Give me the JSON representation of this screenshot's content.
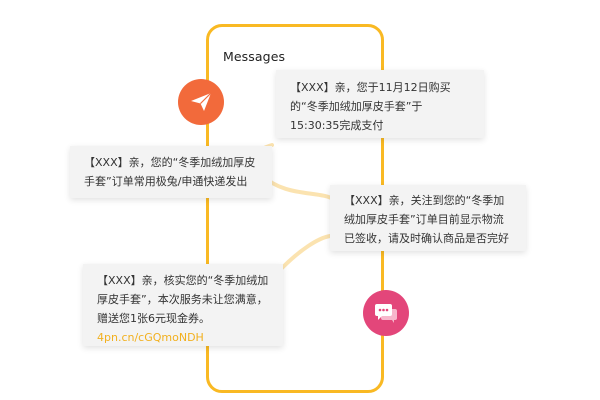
{
  "phone": {
    "title": "Messages",
    "frame_color": "#F9B923"
  },
  "messages": [
    {
      "id": "payment",
      "text": "【XXX】亲，您于11月12日购买的“冬季加绒加厚皮手套”于15:30:35完成支付"
    },
    {
      "id": "shipping",
      "text": "【XXX】亲，您的“冬季加绒加厚皮手套”订单常用极兔/申通快递发出"
    },
    {
      "id": "logistics",
      "text": "【XXX】亲，关注到您的“冬季加绒加厚皮手套”订单目前显示物流已签收，请及时确认商品是否完好"
    },
    {
      "id": "compensation",
      "text": "【XXX】亲，核实您的“冬季加绒加厚皮手套”，本次服务未让您满意，赠送您1张6元现金券。",
      "link": "4pn.cn/cGQmoNDH"
    }
  ],
  "icons": {
    "send": {
      "name": "paper-plane-icon",
      "color": "#F26A3B"
    },
    "chat": {
      "name": "chat-bubbles-icon",
      "color": "#E3467A"
    }
  },
  "accent_link_color": "#F2B01E"
}
